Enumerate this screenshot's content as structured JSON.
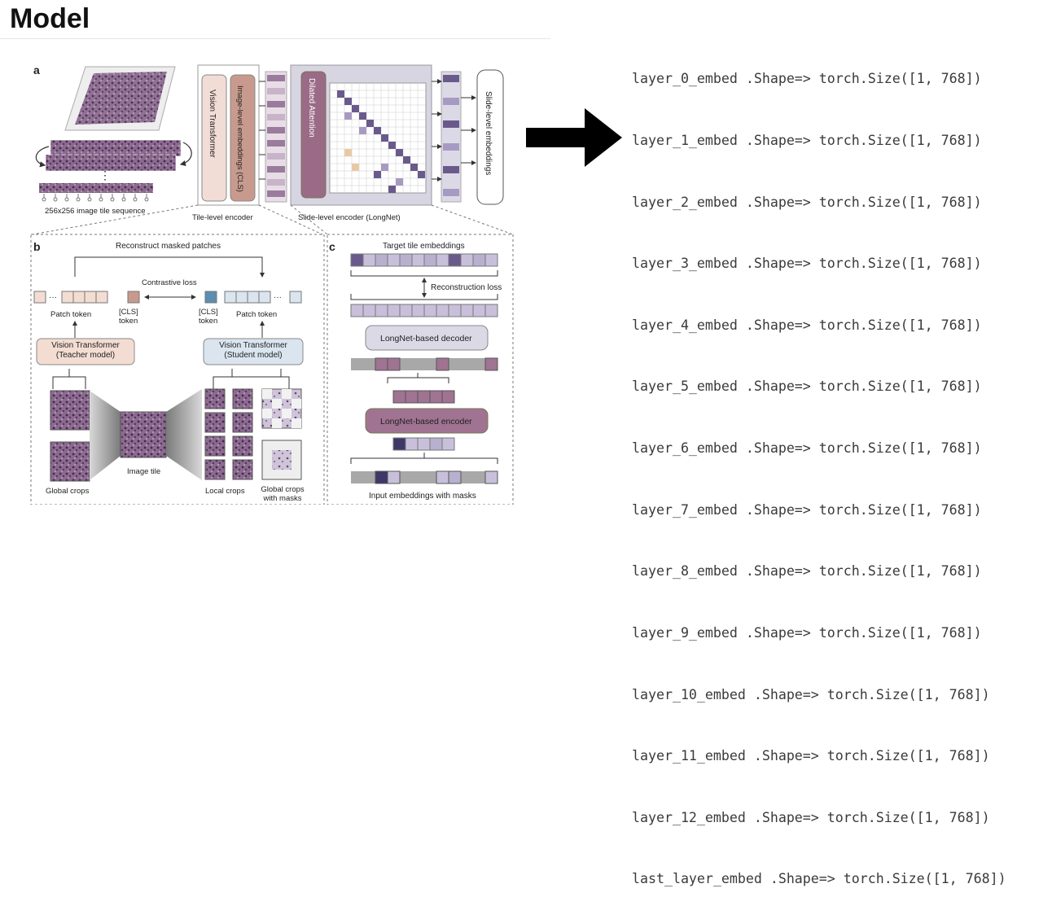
{
  "title": "Model",
  "figure": {
    "panel_a": {
      "label": "a",
      "tile_caption": "256x256 image tile sequence",
      "tile_encoder_caption": "Tile-level encoder",
      "slide_encoder_caption": "Slide-level encoder (LongNet)",
      "vit_label": "Vision Transformer",
      "cls_label": "Image-level embeddings (CLS)",
      "dilated_label": "Dilated Attention",
      "slide_emb_label": "Slide-level embeddings"
    },
    "panel_b": {
      "label": "b",
      "reconstruct": "Reconstruct masked patches",
      "contrastive": "Contrastive loss",
      "patch_token_left": "Patch token",
      "cls_left": "[CLS] token",
      "cls_right": "[CLS] token",
      "patch_token_right": "Patch token",
      "teacher": "Vision Transformer (Teacher model)",
      "student": "Vision Transformer (Student model)",
      "global_crops": "Global crops",
      "image_tile": "Image tile",
      "local_crops": "Local crops",
      "global_masks": "Global crops with masks"
    },
    "panel_c": {
      "label": "c",
      "target": "Target tile embeddings",
      "recon_loss": "Reconstruction loss",
      "decoder": "LongNet-based decoder",
      "encoder": "LongNet-based encoder",
      "input": "Input embeddings with masks"
    }
  },
  "code_lines": [
    "layer_0_embed .Shape=> torch.Size([1, 768])",
    "layer_1_embed .Shape=> torch.Size([1, 768])",
    "layer_2_embed .Shape=> torch.Size([1, 768])",
    "layer_3_embed .Shape=> torch.Size([1, 768])",
    "layer_4_embed .Shape=> torch.Size([1, 768])",
    "layer_5_embed .Shape=> torch.Size([1, 768])",
    "layer_6_embed .Shape=> torch.Size([1, 768])",
    "layer_7_embed .Shape=> torch.Size([1, 768])",
    "layer_8_embed .Shape=> torch.Size([1, 768])",
    "layer_9_embed .Shape=> torch.Size([1, 768])",
    "layer_10_embed .Shape=> torch.Size([1, 768])",
    "layer_11_embed .Shape=> torch.Size([1, 768])",
    "layer_12_embed .Shape=> torch.Size([1, 768])",
    "last_layer_embed .Shape=> torch.Size([1, 768])"
  ],
  "colors": {
    "vit_fill": "#f1ddd6",
    "cls_fill": "#c89a8e",
    "dilated_fill": "#9a6a86",
    "purple_dark": "#6a5a8c",
    "longnet_fill": "#a07392",
    "student_fill": "#dae5ef",
    "teacher_fill": "#f3ddd2"
  }
}
